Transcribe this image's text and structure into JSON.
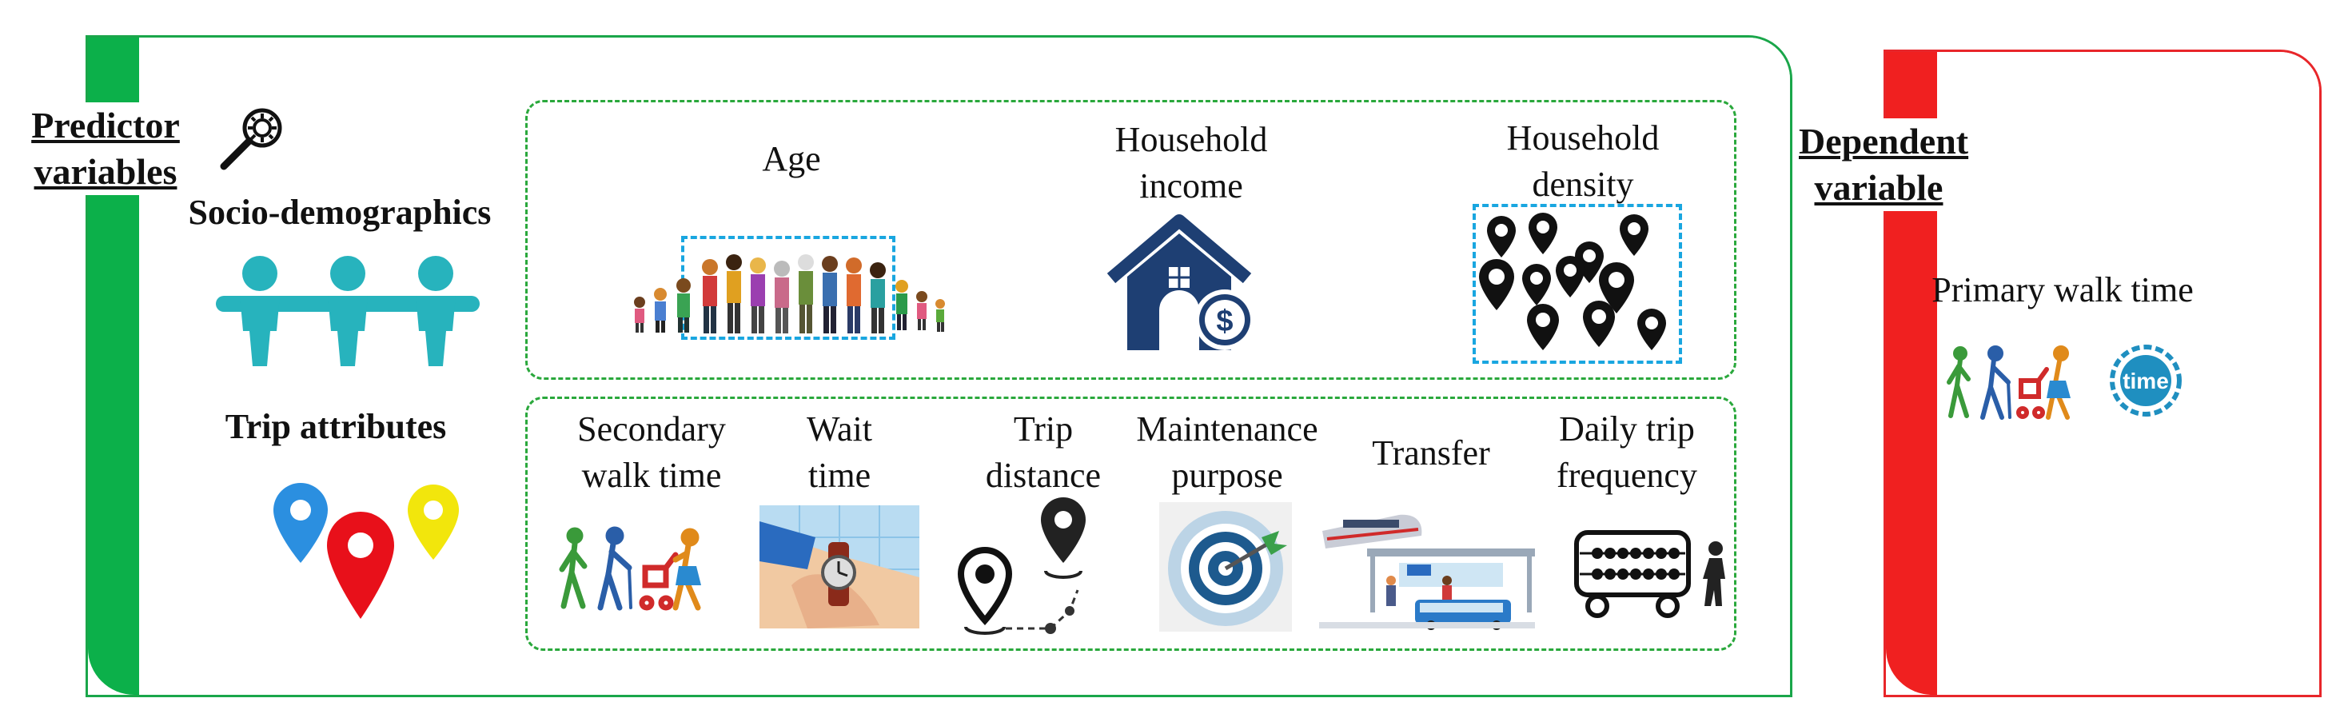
{
  "predictor": {
    "heading_line1": "Predictor",
    "heading_line2": "variables",
    "sociodemographics_title": "Socio-demographics",
    "trip_attributes_title": "Trip attributes",
    "sociodemographic_vars": [
      {
        "label_line1": "Age",
        "label_line2": "",
        "icon": "family-ages-icon"
      },
      {
        "label_line1": "Household",
        "label_line2": "income",
        "icon": "house-dollar-icon"
      },
      {
        "label_line1": "Household",
        "label_line2": "density",
        "icon": "location-pins-icon"
      }
    ],
    "trip_vars": [
      {
        "label_line1": "Secondary",
        "label_line2": "walk time",
        "icon": "walking-people-icon"
      },
      {
        "label_line1": "Wait",
        "label_line2": "time",
        "icon": "wristwatch-icon"
      },
      {
        "label_line1": "Trip",
        "label_line2": "distance",
        "icon": "route-pins-icon"
      },
      {
        "label_line1": "Maintenance",
        "label_line2": "purpose",
        "icon": "target-icon"
      },
      {
        "label_line1": "Transfer",
        "label_line2": "",
        "icon": "transit-station-icon"
      },
      {
        "label_line1": "Daily trip",
        "label_line2": "frequency",
        "icon": "abacus-icon"
      }
    ]
  },
  "dependent": {
    "heading_line1": "Dependent",
    "heading_line2": "variable",
    "variable_label": "Primary walk time",
    "clock_text": "time"
  },
  "colors": {
    "predictor_accent": "#0cb04a",
    "dependent_accent": "#f02020",
    "group_border": "#2aa83c",
    "highlight_border": "#19a6e0"
  }
}
